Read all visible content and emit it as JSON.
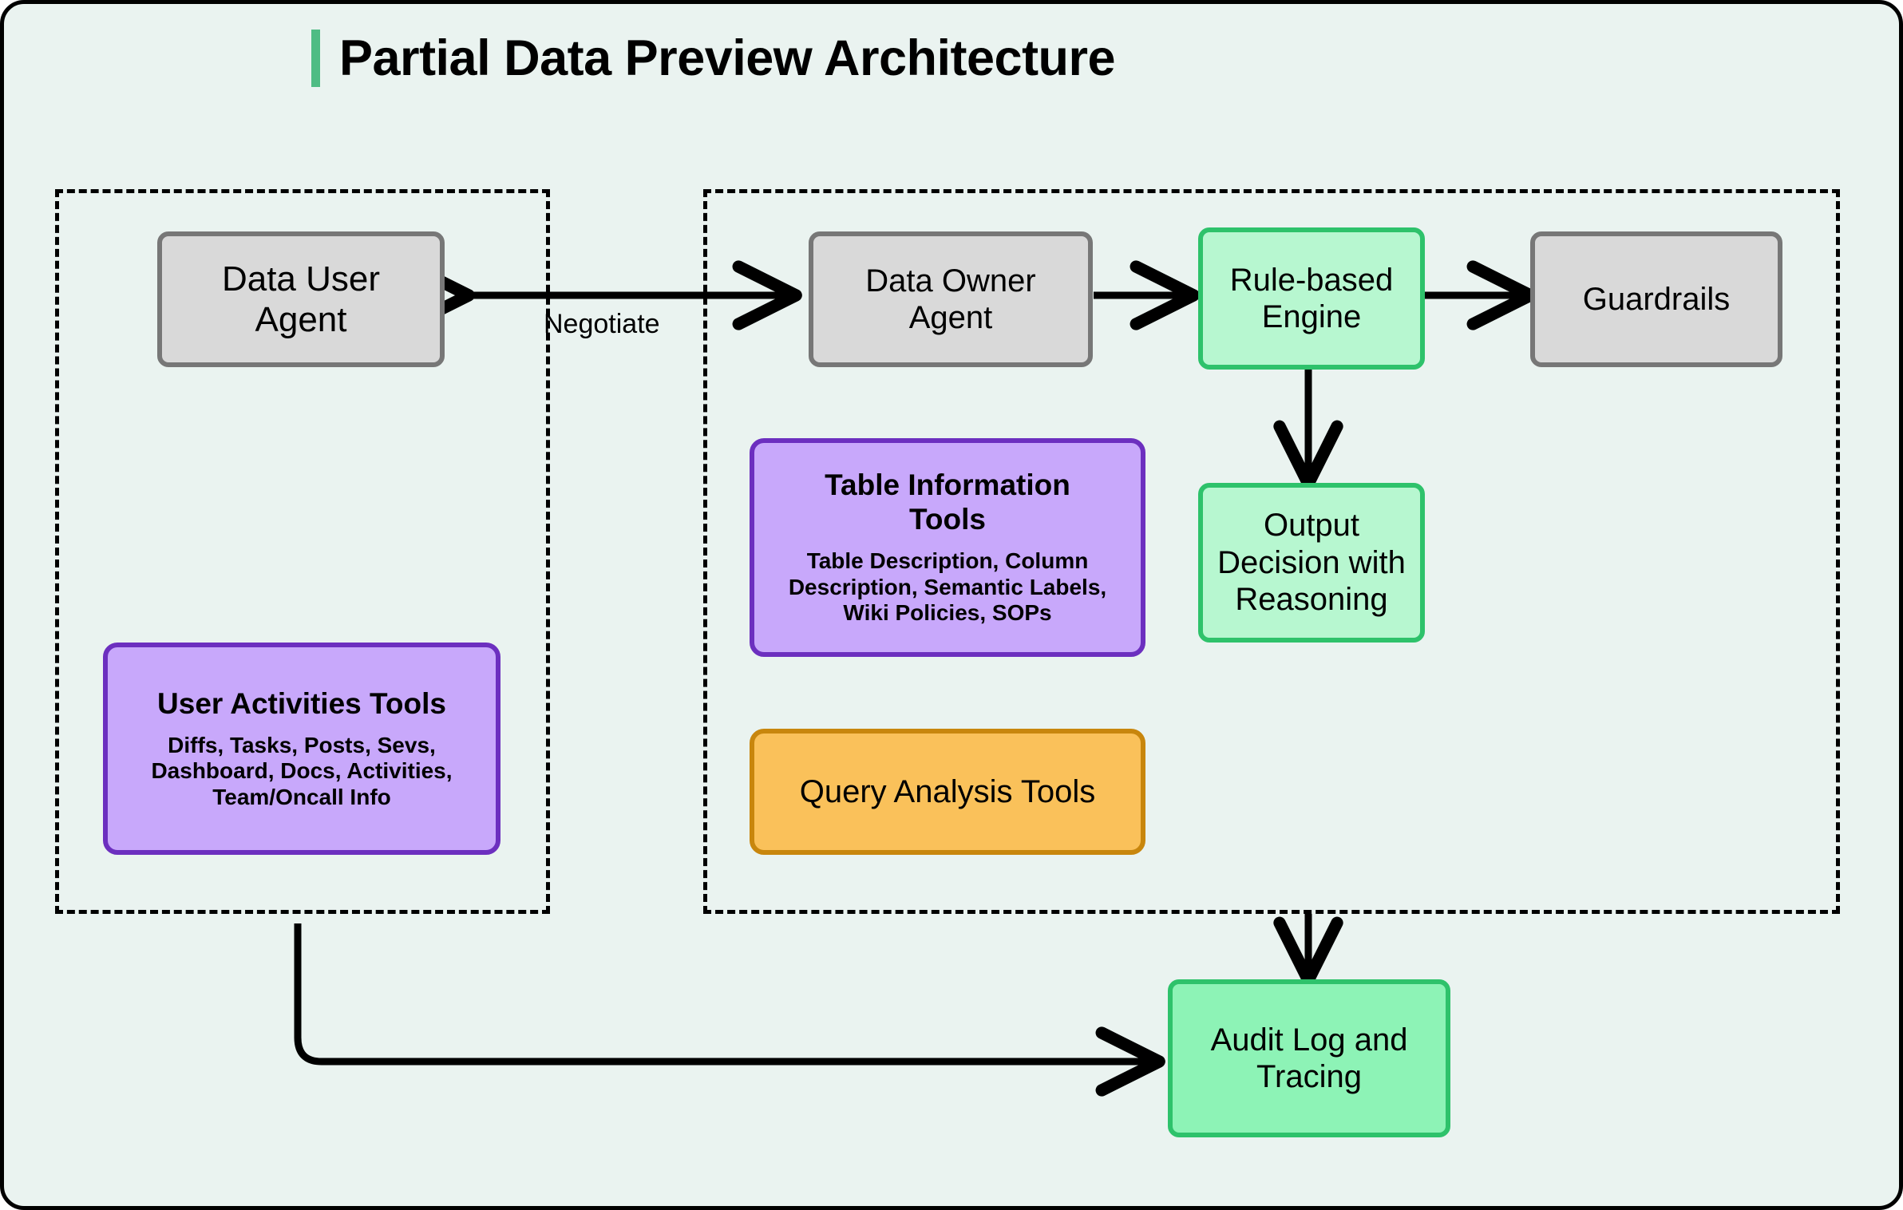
{
  "page": {
    "title": "Partial Data Preview Architecture",
    "accent_color": "#4FBC84",
    "background_color": "#EAF3F0",
    "border_color": "#000000"
  },
  "zones": [
    {
      "name": "data-user-zone",
      "style": "dashed"
    },
    {
      "name": "data-owner-zone",
      "style": "dashed"
    }
  ],
  "nodes": {
    "data_user_agent": {
      "title": "Data User\nAgent",
      "fill": "#D9D9D9",
      "stroke": "#777777"
    },
    "data_owner_agent": {
      "title": "Data Owner\nAgent",
      "fill": "#D9D9D9",
      "stroke": "#777777"
    },
    "rule_based_engine": {
      "title": "Rule-based\nEngine",
      "fill": "#B7F7D0",
      "stroke": "#2EC26B"
    },
    "guardrails": {
      "title": "Guardrails",
      "fill": "#D9D9D9",
      "stroke": "#777777"
    },
    "output_decision": {
      "title": "Output\nDecision with\nReasoning",
      "fill": "#B7F7D0",
      "stroke": "#2EC26B"
    },
    "table_information_tools": {
      "title": "Table Information\nTools",
      "subtitle": "Table Description, Column\nDescription, Semantic Labels,\nWiki Policies, SOPs",
      "fill": "#C8A8FB",
      "stroke": "#6C2FBF"
    },
    "query_analysis_tools": {
      "title": "Query Analysis Tools",
      "fill": "#FAC15A",
      "stroke": "#C8860D"
    },
    "user_activities_tools": {
      "title": "User Activities Tools",
      "subtitle": "Diffs, Tasks, Posts, Sevs,\nDashboard, Docs, Activities,\nTeam/Oncall Info",
      "fill": "#C8A8FB",
      "stroke": "#6C2FBF"
    },
    "audit_log": {
      "title": "Audit Log and\nTracing",
      "fill": "#8DF3B6",
      "stroke": "#2EC26B"
    }
  },
  "edges": {
    "negotiate_label": "Negotiate"
  }
}
